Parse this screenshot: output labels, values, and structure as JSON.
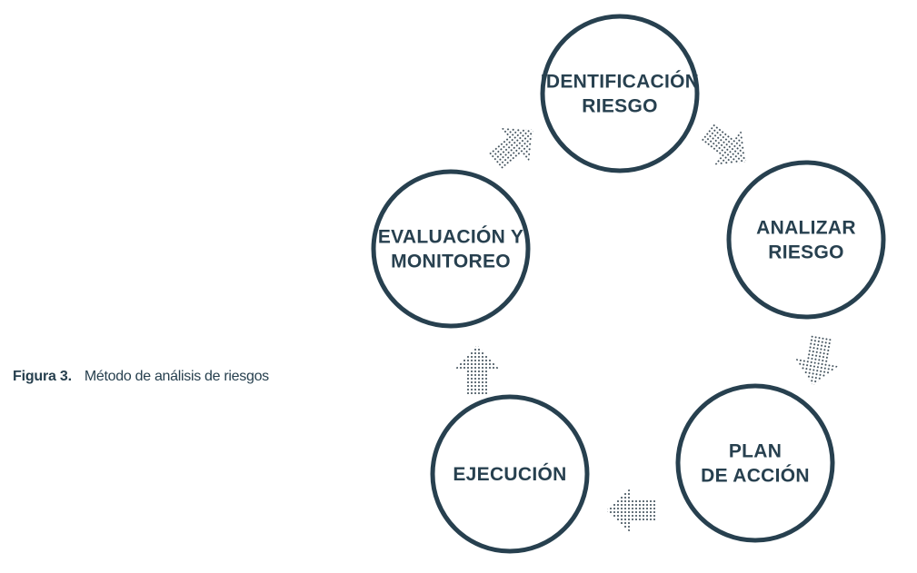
{
  "caption": {
    "figure_number": "Figura 3.",
    "title": "Método de análisis de riesgos"
  },
  "colors": {
    "stroke": "#27404f",
    "text": "#27404f",
    "arrow_dots": "#3a4a55",
    "background": "#ffffff"
  },
  "nodes": [
    {
      "id": "identificacion",
      "lines": [
        "IDENTIFICACIÓN",
        "RIESGO"
      ]
    },
    {
      "id": "analizar",
      "lines": [
        "ANALIZAR",
        "RIESGO"
      ]
    },
    {
      "id": "plan",
      "lines": [
        "PLAN",
        "DE ACCIÓN"
      ]
    },
    {
      "id": "ejecucion",
      "lines": [
        "EJECUCIÓN"
      ]
    },
    {
      "id": "evaluacion",
      "lines": [
        "EVALUACIÓN Y",
        "MONITOREO"
      ]
    }
  ],
  "arrows": [
    {
      "from": "identificacion",
      "to": "analizar",
      "icon": "dotted-arrow-icon"
    },
    {
      "from": "analizar",
      "to": "plan",
      "icon": "dotted-arrow-icon"
    },
    {
      "from": "plan",
      "to": "ejecucion",
      "icon": "dotted-arrow-icon"
    },
    {
      "from": "ejecucion",
      "to": "evaluacion",
      "icon": "dotted-arrow-icon"
    },
    {
      "from": "evaluacion",
      "to": "identificacion",
      "icon": "dotted-arrow-icon"
    }
  ]
}
